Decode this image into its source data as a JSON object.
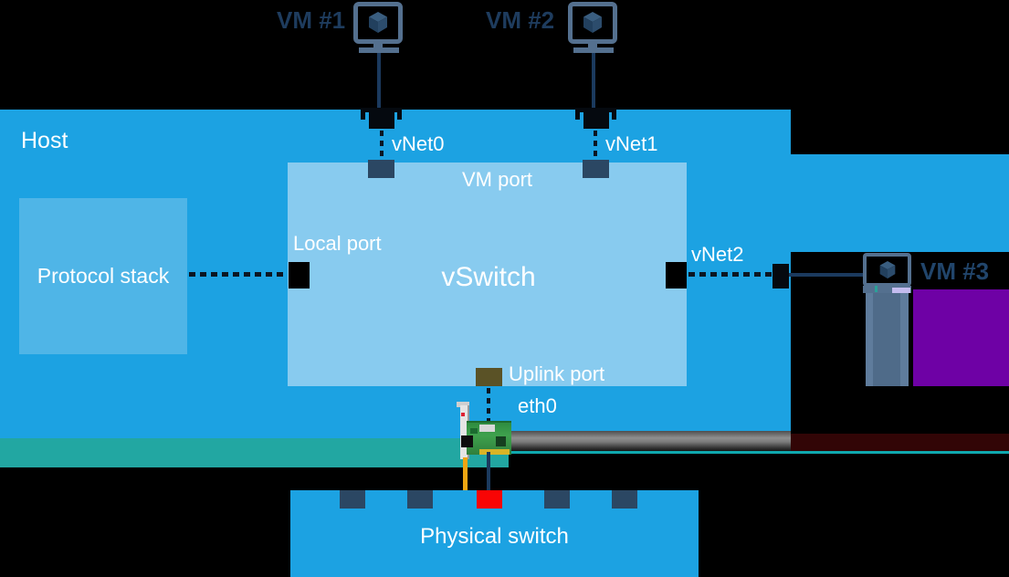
{
  "labels": {
    "host": "Host",
    "protocol_stack": "Protocol stack",
    "vswitch": "vSwitch",
    "local_port": "Local port",
    "vm_port": "VM port",
    "uplink_port": "Uplink port",
    "eth0": "eth0",
    "physical_switch": "Physical switch",
    "vnet0": "vNet0",
    "vnet1": "vNet1",
    "vnet2": "vNet2",
    "vm1": "VM #1",
    "vm2": "VM #2",
    "vm3": "VM #3"
  },
  "icons": {
    "vm_monitor": "monitor-with-cube-icon",
    "network_adapter": "network-adapter-icon",
    "nic_card": "pci-nic-card-icon"
  },
  "colors": {
    "background": "#000000",
    "host_blue": "#1CA2E2",
    "vswitch_blue": "#88CBEF",
    "protocol_blue": "#4FB5E7",
    "switch_blue": "#1CA2E2",
    "port_navy": "#2B4763",
    "black_port": "#000000",
    "uplink_olive": "#5A5226",
    "red_port": "#F90505",
    "teal_band": "#22A7A2",
    "teal_line": "#0FA8AE",
    "maroon_band": "#320506",
    "purple_block": "#6E01A5",
    "vm_text": "#1E3C5E",
    "monitor_slate": "#54708F",
    "stand_slate": "#5F7C9C",
    "stand_inner": "#4F6B89",
    "link_navy": "#1B3A5E",
    "dash": "#0B1623",
    "lavender": "#C4BCEF",
    "nic_green": "#3FA14D",
    "nic_gold": "#D9B427",
    "cable_yellow": "#EFA612",
    "label_white": "#FFFFFF"
  }
}
